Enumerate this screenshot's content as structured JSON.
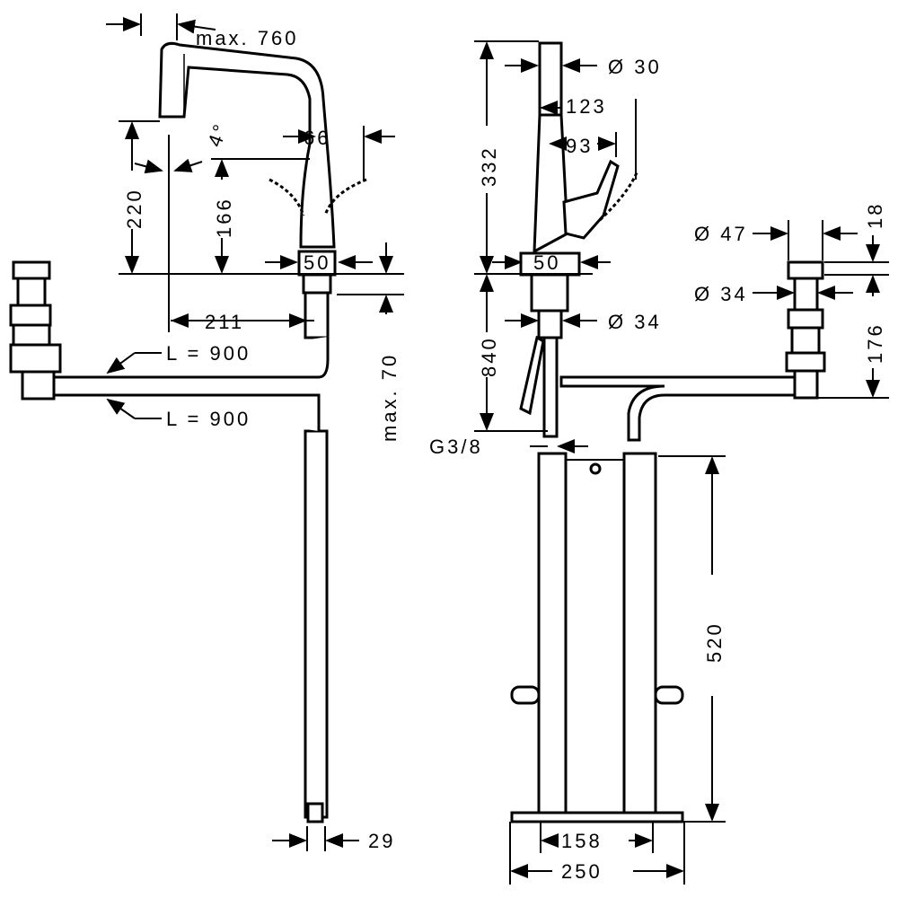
{
  "side_view": {
    "max_reach": "max. 760",
    "angle": "4°",
    "width_66": "66",
    "height_220": "220",
    "height_166": "166",
    "base_50": "50",
    "offset_211": "211",
    "hose_length_1": "L = 900",
    "hose_length_2": "L = 900",
    "max_thickness": "max. 70",
    "weight_29": "29"
  },
  "front_view": {
    "spout_diameter": "Ø 30",
    "width_123": "123",
    "width_93": "93",
    "height_332": "332",
    "base_50": "50",
    "shank_diameter": "Ø 34",
    "length_840": "840",
    "thread": "G3/8",
    "weight_height_520": "520",
    "width_158": "158",
    "width_250": "250"
  },
  "valve_detail": {
    "cap_diameter": "Ø 47",
    "cap_height": "18",
    "body_diameter": "Ø 34",
    "height_176": "176"
  }
}
